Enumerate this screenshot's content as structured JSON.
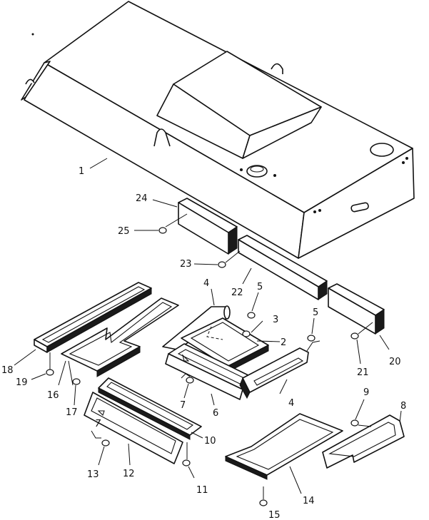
{
  "callouts": [
    {
      "id": "c1",
      "text": "1"
    },
    {
      "id": "c2",
      "text": "2"
    },
    {
      "id": "c3",
      "text": "3"
    },
    {
      "id": "c4a",
      "text": "4"
    },
    {
      "id": "c4b",
      "text": "4"
    },
    {
      "id": "c5a",
      "text": "5"
    },
    {
      "id": "c5b",
      "text": "5"
    },
    {
      "id": "c6",
      "text": "6"
    },
    {
      "id": "c7a",
      "text": "7"
    },
    {
      "id": "c7b",
      "text": "7"
    },
    {
      "id": "c8",
      "text": "8"
    },
    {
      "id": "c9",
      "text": "9"
    },
    {
      "id": "c10",
      "text": "10"
    },
    {
      "id": "c11",
      "text": "11"
    },
    {
      "id": "c12",
      "text": "12"
    },
    {
      "id": "c13",
      "text": "13"
    },
    {
      "id": "c14",
      "text": "14"
    },
    {
      "id": "c15",
      "text": "15"
    },
    {
      "id": "c16",
      "text": "16"
    },
    {
      "id": "c17",
      "text": "17"
    },
    {
      "id": "c18",
      "text": "18"
    },
    {
      "id": "c19",
      "text": "19"
    },
    {
      "id": "c20",
      "text": "20"
    },
    {
      "id": "c21",
      "text": "21"
    },
    {
      "id": "c22",
      "text": "22"
    },
    {
      "id": "c23",
      "text": "23"
    },
    {
      "id": "c24",
      "text": "24"
    },
    {
      "id": "c25",
      "text": "25"
    }
  ]
}
